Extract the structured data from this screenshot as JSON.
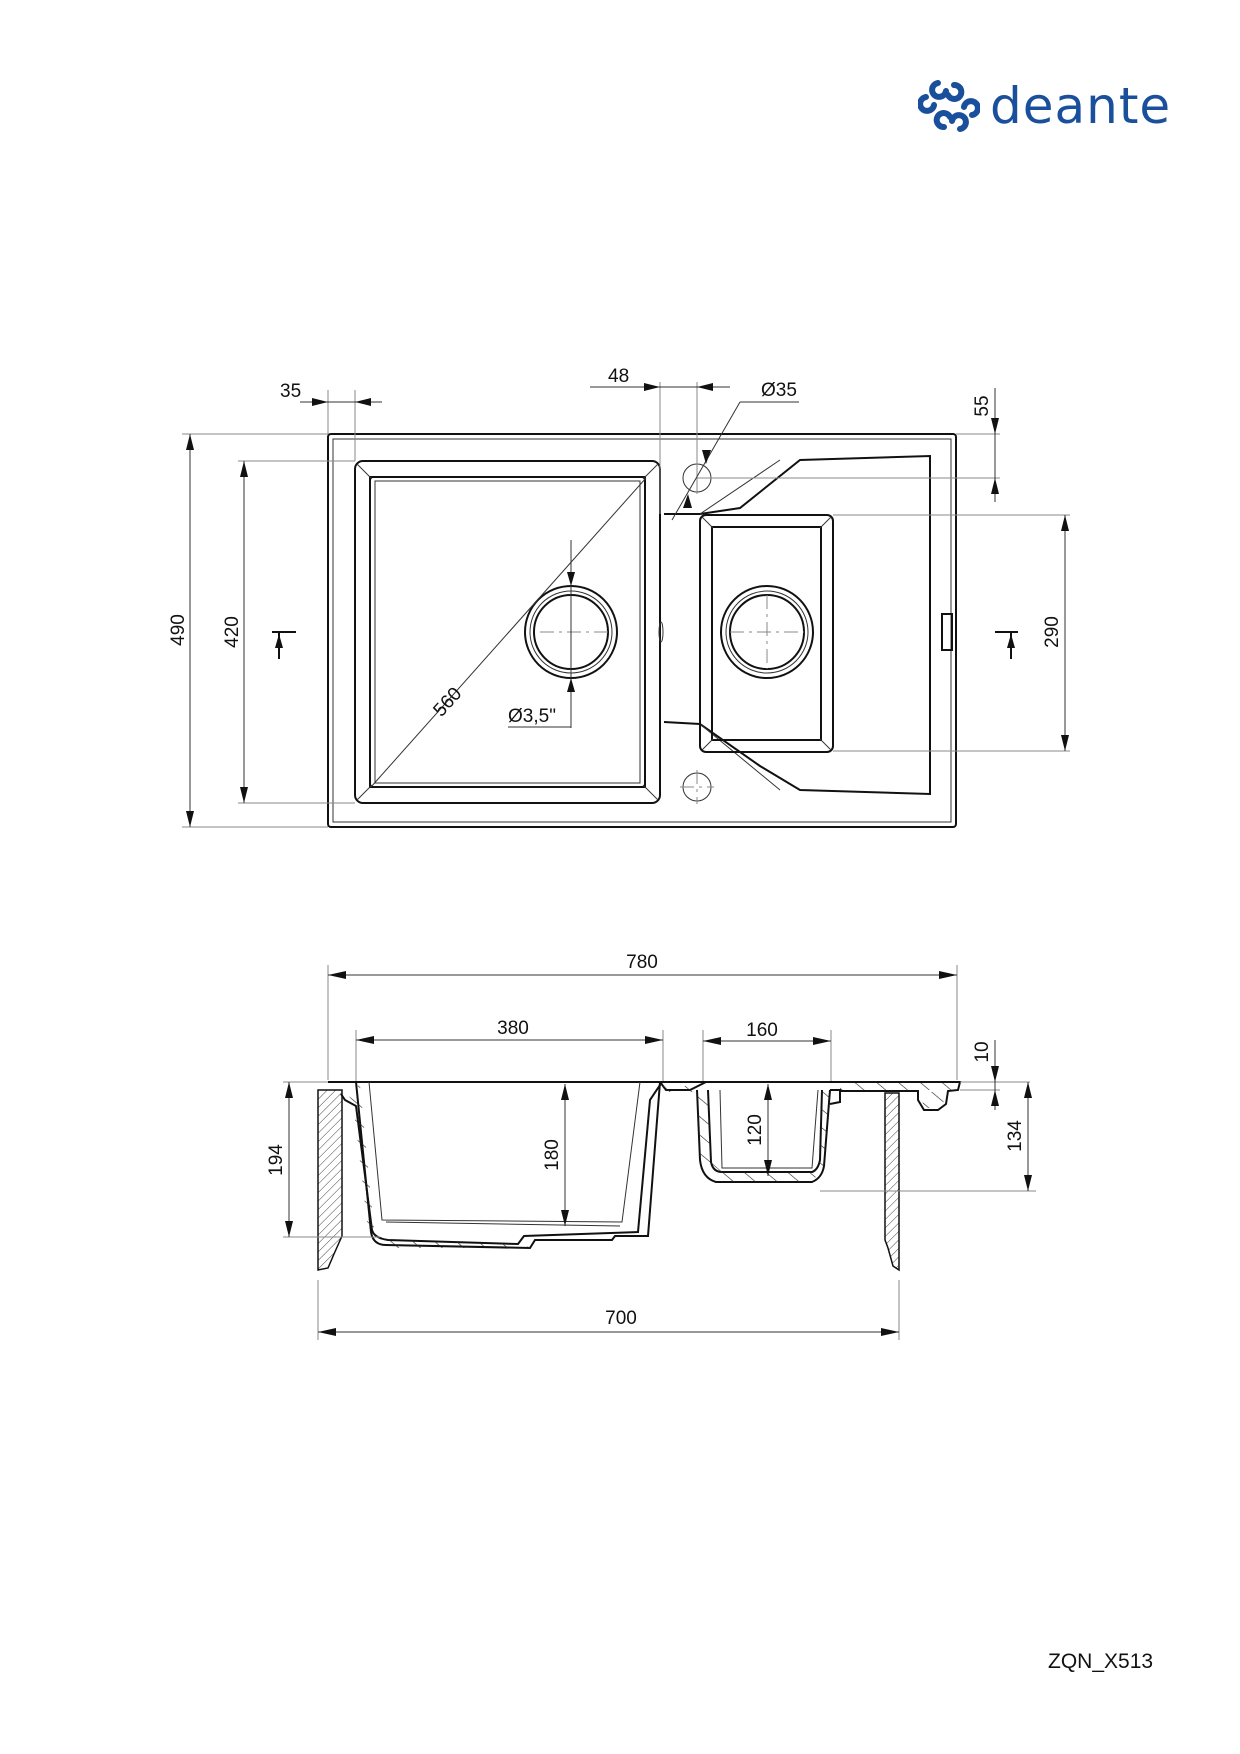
{
  "brand": {
    "name": "deante",
    "color": "#1a4f9c"
  },
  "document": {
    "code": "ZQN_X513"
  },
  "top_view": {
    "dimensions": {
      "rim_left": "35",
      "faucet_offset": "48",
      "faucet_hole": "Ø35",
      "faucet_from_edge": "55",
      "total_depth": "490",
      "main_bowl_depth": "420",
      "diagonal": "560",
      "drain": "Ø3,5\"",
      "small_bowl_depth": "290"
    }
  },
  "side_view": {
    "dimensions": {
      "total_width": "780",
      "main_bowl_width": "380",
      "small_bowl_width": "160",
      "rim_thickness": "10",
      "total_height": "194",
      "main_bowl_inner_depth": "180",
      "small_bowl_inner_depth": "120",
      "small_bowl_height": "134",
      "cabinet_width": "700"
    }
  }
}
